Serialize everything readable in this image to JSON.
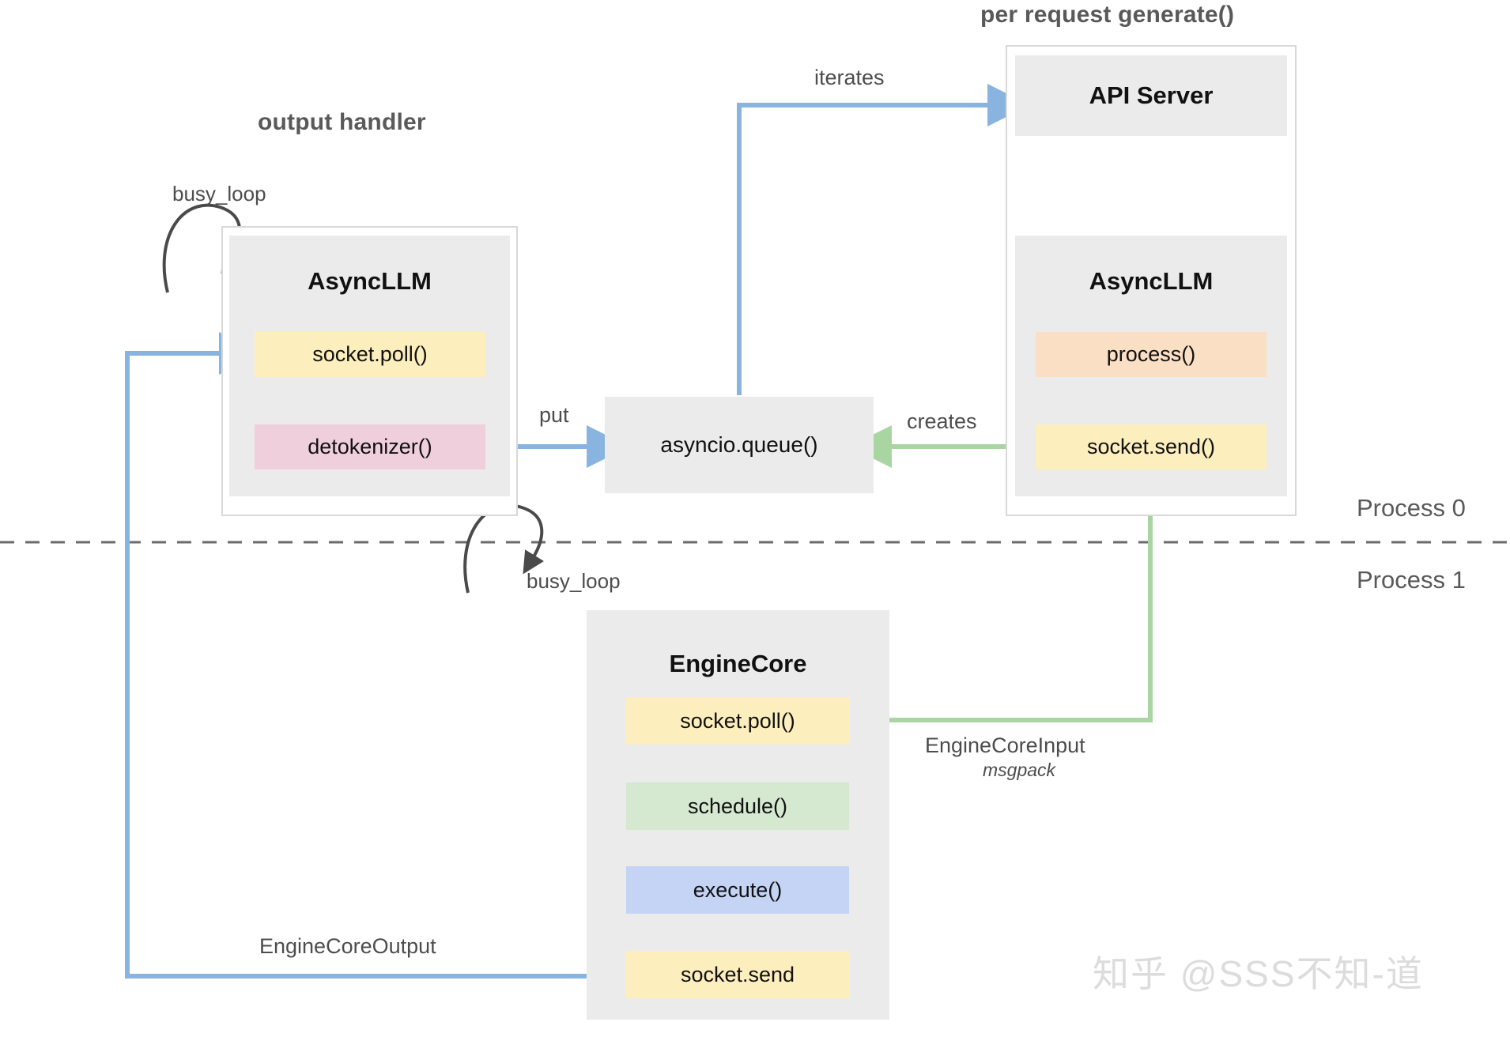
{
  "diagram": {
    "title_output_handler": "output handler",
    "title_per_request": "per request generate()",
    "process_labels": {
      "process0": "Process 0",
      "process1": "Process 1"
    },
    "watermark": "知乎 @SSS不知-道",
    "colors": {
      "blue_arrow": "#8ab4e0",
      "green_arrow": "#a8d5a2",
      "dark_arrow": "#4a4a4a",
      "box_grey": "#ebebeb",
      "yellow": "#fdeebd",
      "pink": "#efcfdc",
      "orange": "#fbdfc5",
      "green": "#d5e8d0",
      "lavender": "#c5d4f5",
      "outline_grey": "#d8d8d8",
      "text_dark": "#111111",
      "label_grey": "#4d4d4d",
      "title_grey": "#595959"
    }
  },
  "output_handler": {
    "component_title": "AsyncLLM",
    "loop_label": "busy_loop",
    "items": [
      {
        "label": "socket.poll()",
        "color": "yellow"
      },
      {
        "label": "detokenizer()",
        "color": "pink"
      }
    ]
  },
  "queue": {
    "label": "asyncio.queue()"
  },
  "api_panel": {
    "api_server_label": "API Server",
    "component_title": "AsyncLLM",
    "items": [
      {
        "label": "process()",
        "color": "orange"
      },
      {
        "label": "socket.send()",
        "color": "yellow"
      }
    ]
  },
  "engine_core": {
    "component_title": "EngineCore",
    "loop_label": "busy_loop",
    "items": [
      {
        "label": "socket.poll()",
        "color": "yellow"
      },
      {
        "label": "schedule()",
        "color": "green"
      },
      {
        "label": "execute()",
        "color": "lavender"
      },
      {
        "label": "socket.send",
        "color": "yellow"
      }
    ]
  },
  "edges": {
    "iterates": "iterates",
    "put": "put",
    "creates": "creates",
    "engine_core_input": "EngineCoreInput",
    "engine_core_input_format": "msgpack",
    "engine_core_output": "EngineCoreOutput"
  }
}
